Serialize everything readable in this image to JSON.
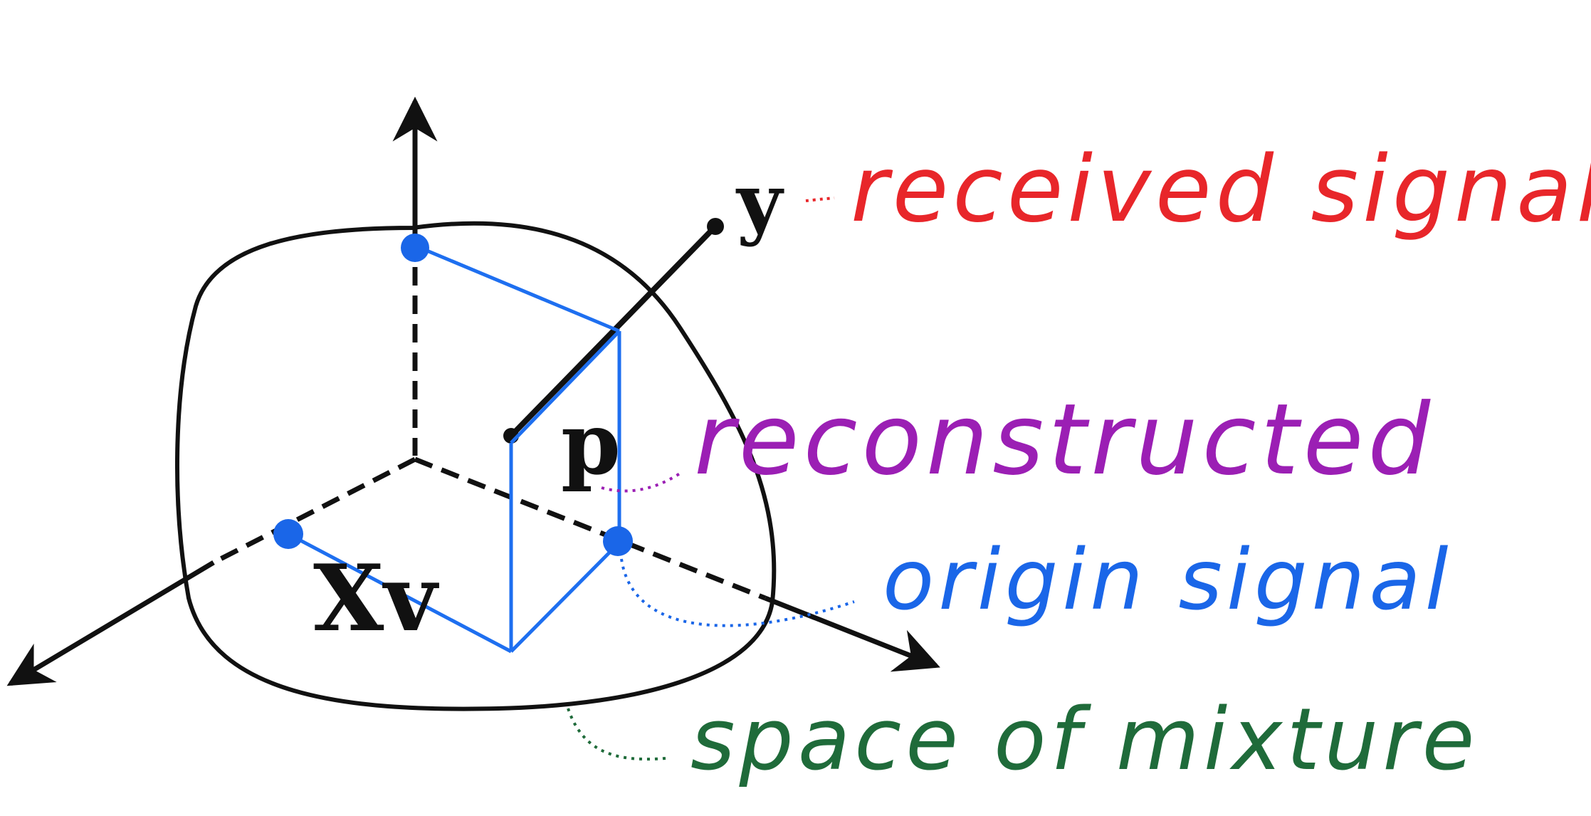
{
  "labels": {
    "y": "y",
    "p": "p",
    "xv": "Xv"
  },
  "annotations": {
    "received": "received signal",
    "reconstructed": "reconstructed",
    "origin": "origin signal",
    "space": "space of mixture"
  },
  "colors": {
    "axis": "#111111",
    "construction": "#1e6ff0",
    "point": "#1a66e8",
    "received": "#e8262a",
    "reconstructed": "#9b1fb4",
    "origin": "#1a66e8",
    "space": "#1f6b3a"
  }
}
